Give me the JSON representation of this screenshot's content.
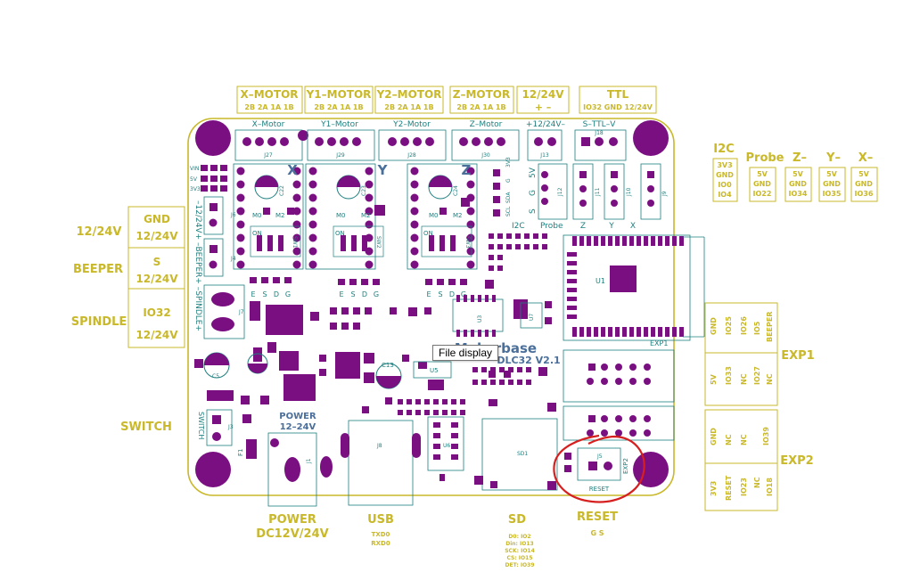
{
  "colors": {
    "board_outline": "#c9b82a",
    "silk": "#1e7f7f",
    "pad": "#7a0f82",
    "label": "#c9b82a",
    "annotation": "#d61f1f"
  },
  "header_connectors": [
    {
      "title": "X–MOTOR",
      "pins": "2B 2A 1A 1B",
      "silk": "X–Motor",
      "ref": "J27"
    },
    {
      "title": "Y1–MOTOR",
      "pins": "2B 2A 1A 1B",
      "silk": "Y1–Motor",
      "ref": "J29"
    },
    {
      "title": "Y2–MOTOR",
      "pins": "2B 2A 1A 1B",
      "silk": "Y2–Motor",
      "ref": "J28"
    },
    {
      "title": "Z–MOTOR",
      "pins": "2B 2A 1A 1B",
      "silk": "Z–Motor",
      "ref": "J30"
    },
    {
      "title": "12/24V",
      "pins": "+    –",
      "silk": "+12/24V–",
      "ref": "J13"
    },
    {
      "title": "TTL",
      "pins": "IO32 GND 12/24V",
      "silk": "S–TTL–V",
      "ref": "J18"
    }
  ],
  "right_connectors": [
    {
      "title": "I2C",
      "lines": [
        "3V3",
        "GND",
        "IO0",
        "IO4"
      ]
    },
    {
      "title": "Probe",
      "lines": [
        "5V",
        "GND",
        "IO22"
      ]
    },
    {
      "title": "Z–",
      "lines": [
        "5V",
        "GND",
        "IO34"
      ]
    },
    {
      "title": "Y–",
      "lines": [
        "5V",
        "GND",
        "IO35"
      ]
    },
    {
      "title": "X–",
      "lines": [
        "5V",
        "GND",
        "IO36"
      ]
    }
  ],
  "left_labels": [
    {
      "name": "12/24V",
      "lines": [
        "GND",
        "12/24V"
      ]
    },
    {
      "name": "BEEPER",
      "lines": [
        "S",
        "12/24V"
      ]
    },
    {
      "name": "SPINDLE",
      "lines": [
        "IO32",
        "12/24V"
      ]
    }
  ],
  "left_silk": "–12/24V+ –BEEPER+ –SPINDLE+",
  "switch_label": "SWITCH",
  "exp1": {
    "title": "EXP1",
    "top": [
      "GND",
      "IO25",
      "IO26",
      "IO5",
      "BEEPER"
    ],
    "bottom": [
      "5V",
      "IO33",
      "NC",
      "IO27",
      "NC"
    ]
  },
  "exp2": {
    "title": "EXP2",
    "top": [
      "GND",
      "NC",
      "NC",
      "IO39"
    ],
    "bottom": [
      "3V3",
      "RESET",
      "IO23",
      "NC",
      "IO18"
    ]
  },
  "bottom_labels": {
    "power": [
      "POWER",
      "DC12V/24V"
    ],
    "usb": "USB",
    "usb_pins": [
      "TXD0",
      "RXD0"
    ],
    "sd": "SD",
    "sd_pins": [
      "D0: IO2",
      "Din: IO13",
      "SCK: IO14",
      "CS: IO15",
      "DET: IO39"
    ],
    "reset": "RESET",
    "reset_pins": "G  S"
  },
  "board": {
    "brand": "Makerbase",
    "model": "DLC32 V2.1",
    "axis_letters": [
      "X",
      "Y",
      "Z"
    ],
    "switch_refs": [
      "SW1",
      "SW2",
      "SW3"
    ],
    "driver_pins": [
      "M0",
      "M2"
    ],
    "esdg": [
      "E",
      "S",
      "D",
      "G"
    ],
    "on_label": "ON",
    "power_silk": [
      "POWER",
      "12–24V"
    ],
    "i2c_silk": "I2C",
    "probe_silk": "Probe",
    "zyx_silk": [
      "Z",
      "Y",
      "X"
    ],
    "i2c_pins": [
      "3V3",
      "SCL",
      "SDA",
      "G"
    ],
    "probe_pins": [
      "5V",
      "G",
      "S"
    ],
    "vin_pins": [
      "VIN",
      "5V",
      "3V3"
    ],
    "refs": {
      "u1": "U1",
      "u3": "U3",
      "u5": "U5",
      "u6": "U6",
      "u7": "U7",
      "j1": "J1",
      "j3": "J3",
      "j4": "J4",
      "j5": "J5",
      "j6": "J6",
      "j7": "J7",
      "j8": "J8",
      "j9": "J9",
      "j10": "J10",
      "j11": "J11",
      "j12": "J12",
      "sd1": "SD1",
      "f1": "F1",
      "c5": "C5",
      "c13": "C13",
      "c22": "C22",
      "c23": "C23",
      "c24": "C24",
      "exp1": "EXP1",
      "exp2": "EXP2",
      "reset": "RESET",
      "switch": "SWITCH"
    }
  },
  "tooltip": "File display"
}
